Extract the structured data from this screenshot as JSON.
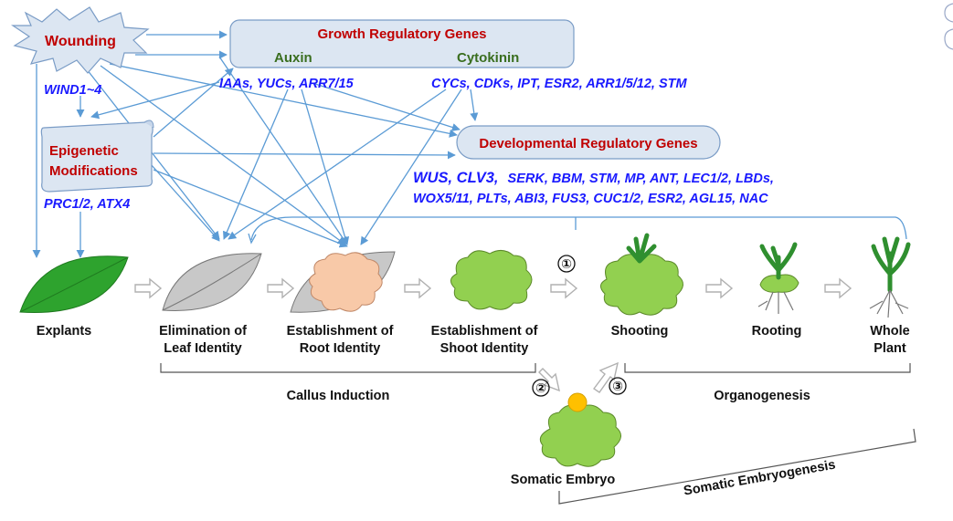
{
  "colors": {
    "arrow": "#5b9bd5",
    "box_fill": "#dce6f2",
    "box_stroke": "#7a9cc6",
    "red_text": "#c00000",
    "green_text": "#3a6e1f",
    "gene_text": "#1a1aff",
    "leaf_green": "#2ea32e",
    "leaf_grey": "#c8c8c8",
    "callus_green": "#92d050",
    "root_pink": "#f8c9a8",
    "embryo_yellow": "#ffc000"
  },
  "regulators": {
    "wounding": "Wounding",
    "wind": "WIND1~4",
    "epigenetic_line1": "Epigenetic",
    "epigenetic_line2": "Modifications",
    "prc": "PRC1/2, ATX4",
    "growth_title": "Growth Regulatory Genes",
    "auxin": "Auxin",
    "cytokinin": "Cytokinin",
    "auxin_genes": "IAAs, YUCs, ARR7/15",
    "cytokinin_genes": "CYCs, CDKs, IPT, ESR2, ARR1/5/12, STM",
    "dev_title": "Developmental Regulatory Genes",
    "dev_genes_line1_bold": "WUS, CLV3,",
    "dev_genes_line1": "SERK, BBM,  STM, MP, ANT, LEC1/2, LBDs,",
    "dev_genes_line2": "WOX5/11, PLTs, ABI3, FUS3, CUC1/2,  ESR2, AGL15, NAC"
  },
  "stages": {
    "explants": "Explants",
    "elim_line1": "Elimination of",
    "elim_line2": "Leaf Identity",
    "root_line1": "Establishment of",
    "root_line2": "Root Identity",
    "shoot_line1": "Establishment of",
    "shoot_line2": "Shoot Identity",
    "shooting": "Shooting",
    "rooting": "Rooting",
    "whole_line1": "Whole",
    "whole_line2": "Plant",
    "somatic_embryo": "Somatic Embryo"
  },
  "phases": {
    "callus_induction": "Callus Induction",
    "organogenesis": "Organogenesis",
    "somatic_embryogenesis": "Somatic Embryogenesis"
  },
  "steps": [
    "①",
    "②",
    "③"
  ]
}
